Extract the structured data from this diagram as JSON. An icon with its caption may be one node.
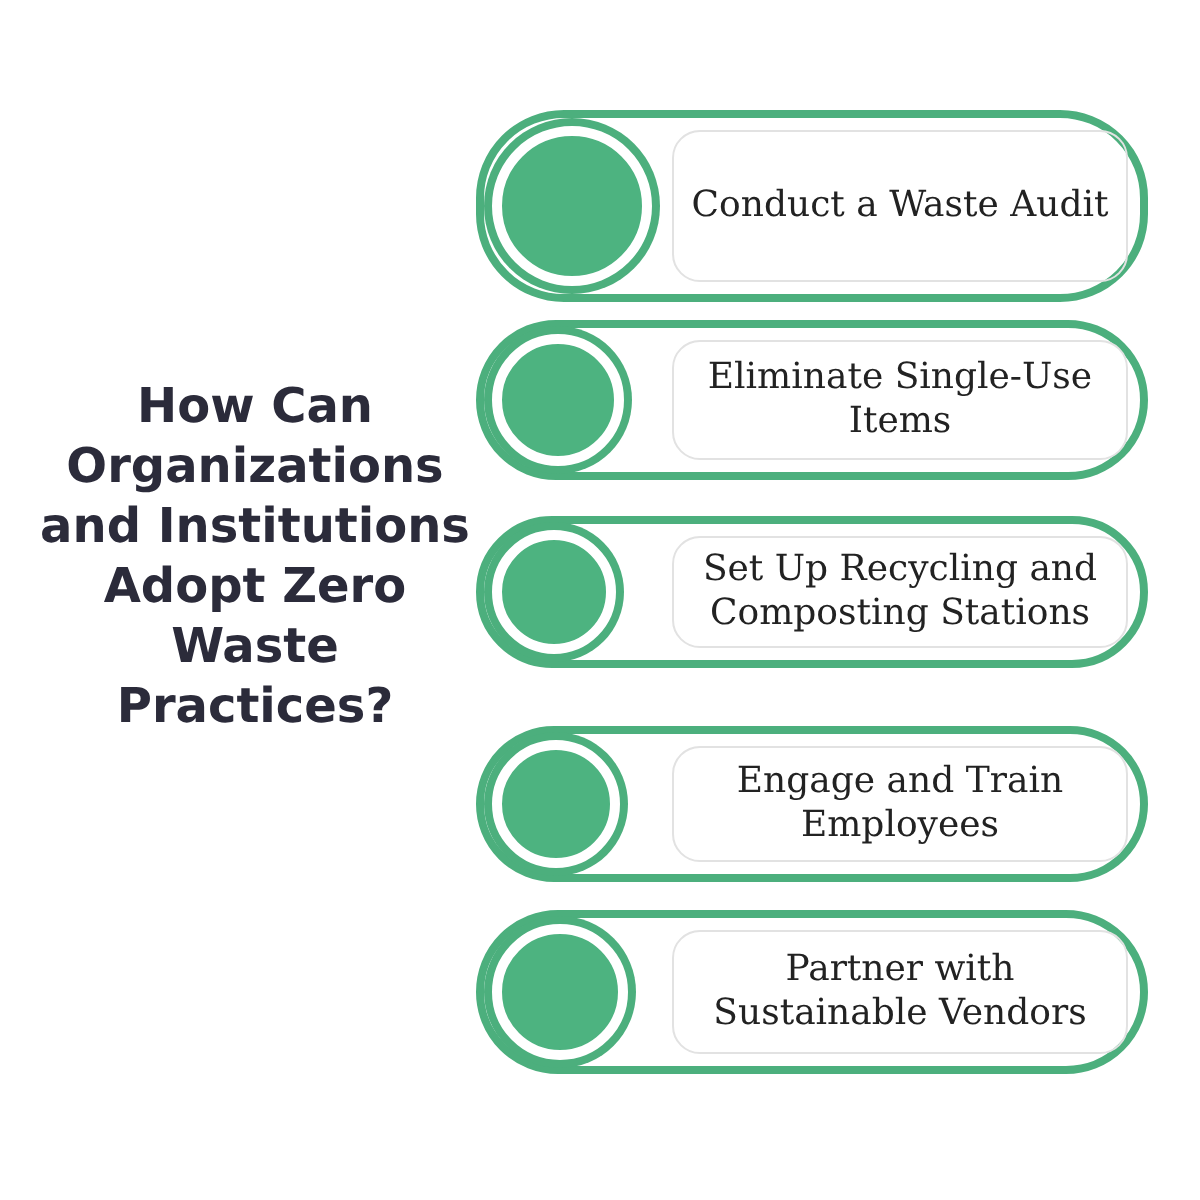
{
  "diagram": {
    "title": "How Can Organizations and Institutions Adopt Zero Waste Practices?",
    "nodes": [
      {
        "text": [
          "Conduct a Waste Audit"
        ]
      },
      {
        "text": [
          "Eliminate Single-Use Items"
        ]
      },
      {
        "text": [
          "Set Up Recycling and Composting Stations"
        ]
      },
      {
        "text": [
          "Engage and Train Employees"
        ]
      },
      {
        "text": [
          "Partner with Sustainable Vendors"
        ]
      }
    ]
  }
}
